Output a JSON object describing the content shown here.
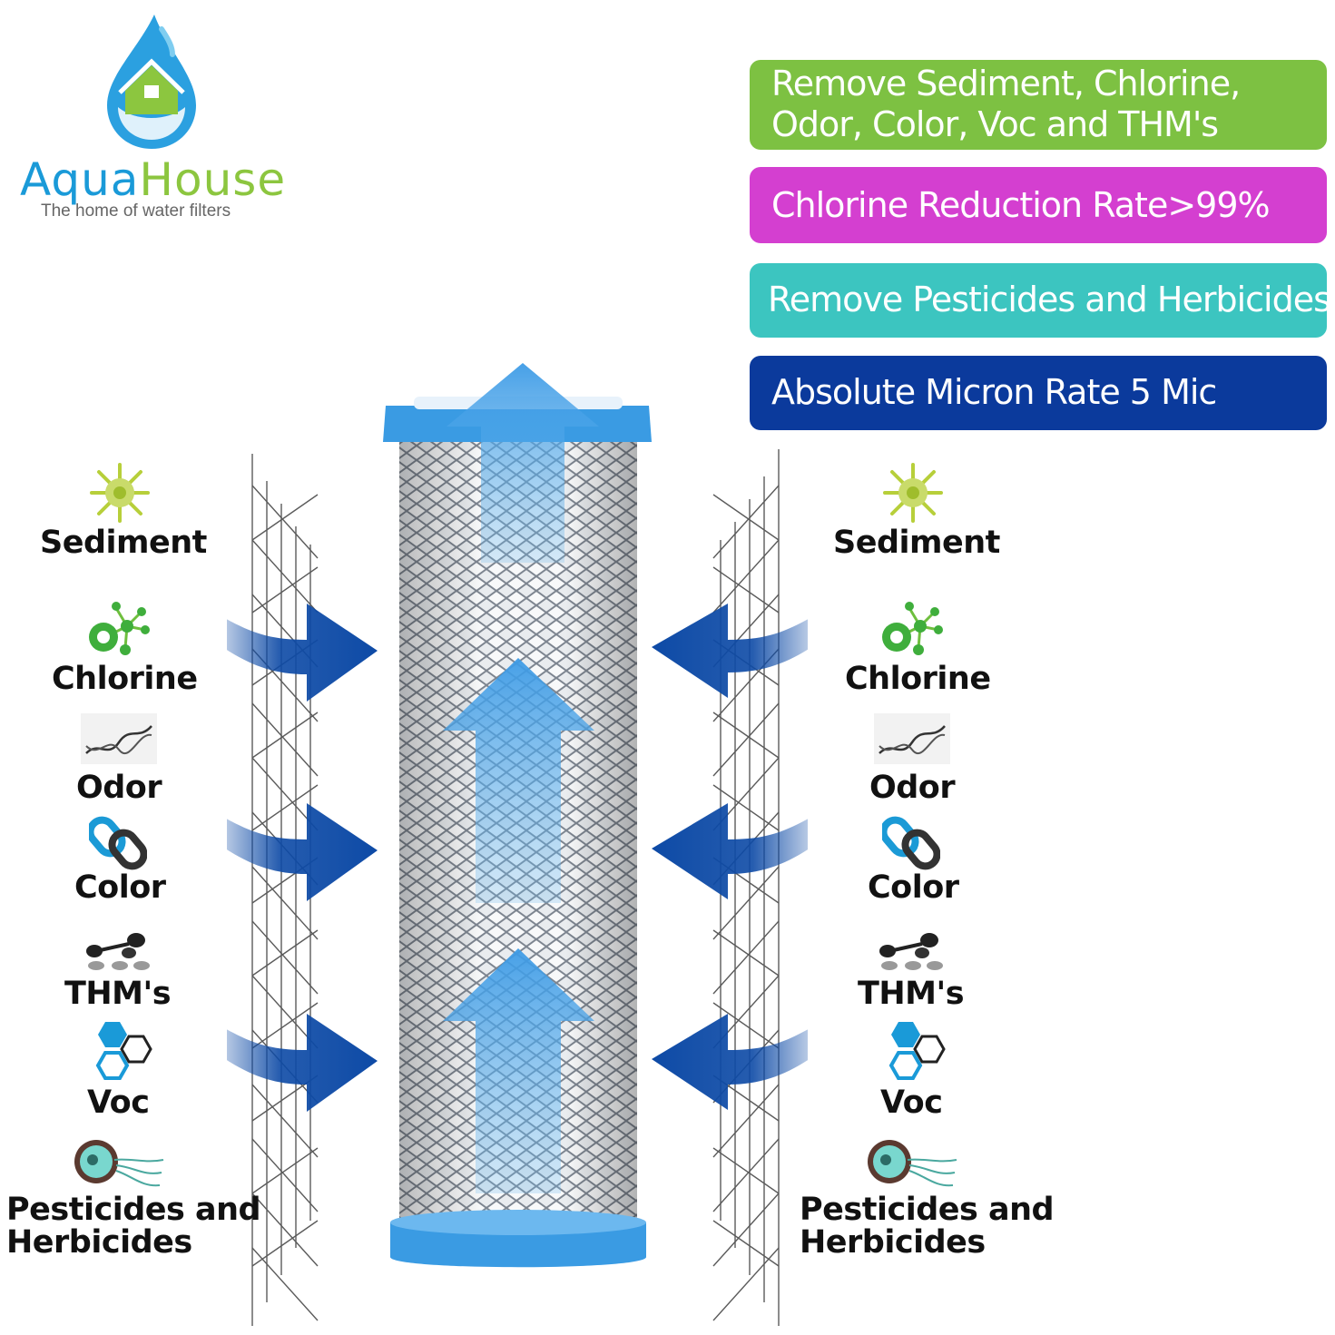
{
  "brand": {
    "name_part1": "Aqua",
    "name_part2": "House",
    "tagline": "The home of water filters",
    "colors": {
      "blue": "#1a9ad8",
      "green": "#8cc63f"
    }
  },
  "features": [
    {
      "lines": [
        "Remove Sediment, Chlorine,",
        "Odor, Color, Voc and THM's"
      ],
      "color": "#7dc142"
    },
    {
      "lines": [
        "Chlorine Reduction Rate>99%"
      ],
      "color": "#d43fd0"
    },
    {
      "lines": [
        "Remove Pesticides and Herbicides"
      ],
      "color": "#3cc5c0"
    },
    {
      "lines": [
        "Absolute Micron Rate 5 Mic"
      ],
      "color": "#0b3a9c"
    }
  ],
  "contaminants": {
    "sediment": {
      "label": "Sediment",
      "icon": "sediment-icon"
    },
    "chlorine": {
      "label": "Chlorine",
      "icon": "chlorine-molecule-icon"
    },
    "odor": {
      "label": "Odor",
      "icon": "odor-dna-icon"
    },
    "color": {
      "label": "Color",
      "icon": "color-chain-icon"
    },
    "thms": {
      "label": "THM's",
      "icon": "thms-icon"
    },
    "voc": {
      "label": "Voc",
      "icon": "voc-hexagon-icon"
    },
    "pesticides": {
      "line1": "Pesticides and",
      "line2": "Herbicides",
      "icon": "pesticide-cell-icon"
    }
  },
  "colors": {
    "arrow_dark": "#0d4aa6",
    "arrow_light": "#4da6e8",
    "cap": "#3a9be3"
  }
}
